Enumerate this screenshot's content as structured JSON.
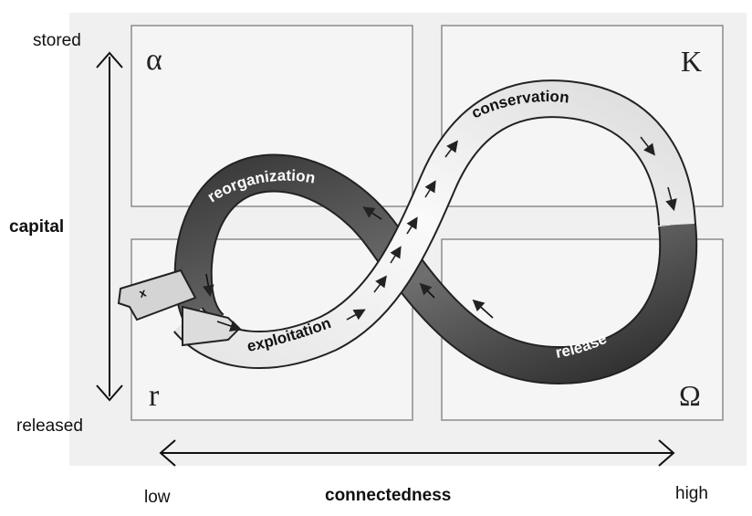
{
  "quadrants": {
    "alpha": "α",
    "k": "K",
    "r": "r",
    "omega": "Ω"
  },
  "axes": {
    "y_title": "capital",
    "y_top": "stored",
    "y_bottom": "released",
    "x_title": "connectedness",
    "x_low": "low",
    "x_high": "high"
  },
  "phases": {
    "conservation": "conservation",
    "reorganization": "reorganization",
    "exploitation": "exploitation",
    "release": "release",
    "exit": "x"
  },
  "colors": {
    "background": "#ffffff",
    "panel": "#f2f2f2",
    "panel_border": "#8c8c8c",
    "light_band": "#f4f4f4",
    "dark_band": "#5a5a5a",
    "text": "#111111"
  }
}
